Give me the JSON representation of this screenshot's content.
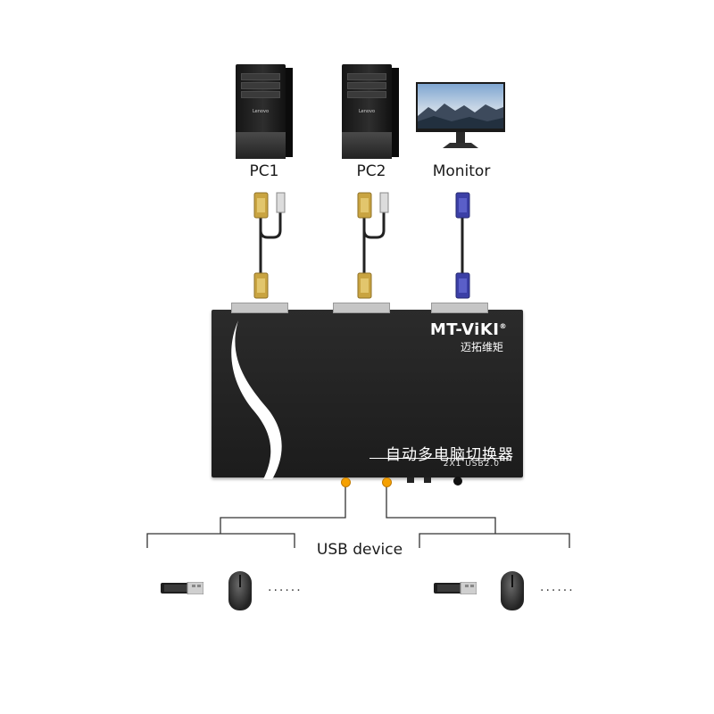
{
  "labels": {
    "pc1": "PC1",
    "pc2": "PC2",
    "monitor": "Monitor",
    "usb_device": "USB device"
  },
  "switch_box": {
    "logo": "MT-ViKI",
    "logo_registered": "®",
    "logo_cn": "迈拓维矩",
    "title_cn": "自动多电脑切换器",
    "subtitle": "2X1 USB2.0"
  },
  "pc_brand": "Lenovo",
  "usb_device_more": "......",
  "colors": {
    "vga_gold": "#c9a441",
    "vga_blue": "#3b3fa6",
    "port_dot": "#f5a000",
    "box_body": "#242424"
  },
  "icons": [
    "pc-tower-icon",
    "monitor-icon",
    "vga-cable-icon",
    "usb-flash-drive-icon",
    "mouse-icon"
  ]
}
